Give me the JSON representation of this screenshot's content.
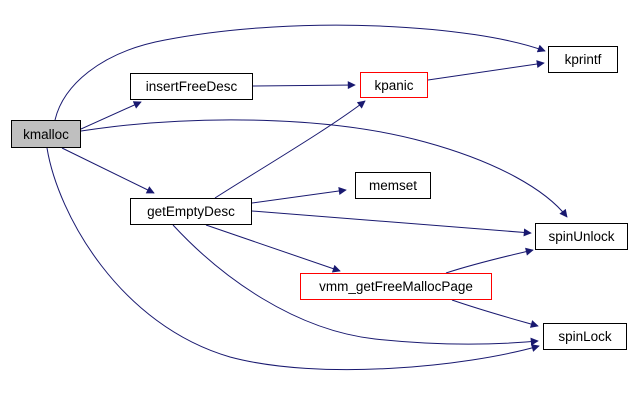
{
  "graph": {
    "type": "call-graph",
    "root": "kmalloc",
    "nodes": {
      "kmalloc": {
        "label": "kmalloc",
        "style": "root"
      },
      "insertFreeDesc": {
        "label": "insertFreeDesc",
        "style": "normal"
      },
      "kpanic": {
        "label": "kpanic",
        "style": "highlight"
      },
      "kprintf": {
        "label": "kprintf",
        "style": "normal"
      },
      "memset": {
        "label": "memset",
        "style": "normal"
      },
      "getEmptyDesc": {
        "label": "getEmptyDesc",
        "style": "normal"
      },
      "spinUnlock": {
        "label": "spinUnlock",
        "style": "normal"
      },
      "vmm_getFreeMallocPage": {
        "label": "vmm_getFreeMallocPage",
        "style": "highlight"
      },
      "spinLock": {
        "label": "spinLock",
        "style": "normal"
      }
    },
    "edges": [
      {
        "from": "kmalloc",
        "to": "kprintf"
      },
      {
        "from": "kmalloc",
        "to": "insertFreeDesc"
      },
      {
        "from": "kmalloc",
        "to": "spinUnlock"
      },
      {
        "from": "kmalloc",
        "to": "getEmptyDesc"
      },
      {
        "from": "kmalloc",
        "to": "spinLock"
      },
      {
        "from": "insertFreeDesc",
        "to": "kpanic"
      },
      {
        "from": "kpanic",
        "to": "kprintf"
      },
      {
        "from": "getEmptyDesc",
        "to": "kpanic"
      },
      {
        "from": "getEmptyDesc",
        "to": "memset"
      },
      {
        "from": "getEmptyDesc",
        "to": "spinUnlock"
      },
      {
        "from": "getEmptyDesc",
        "to": "vmm_getFreeMallocPage"
      },
      {
        "from": "getEmptyDesc",
        "to": "spinLock"
      },
      {
        "from": "vmm_getFreeMallocPage",
        "to": "spinUnlock"
      },
      {
        "from": "vmm_getFreeMallocPage",
        "to": "spinLock"
      }
    ],
    "colors": {
      "edge": "#191970",
      "node_border": "#000000",
      "highlight_border": "#ff0000",
      "root_fill": "#bfbfbf",
      "node_fill": "#ffffff",
      "text": "#000000",
      "background": "#ffffff"
    }
  }
}
